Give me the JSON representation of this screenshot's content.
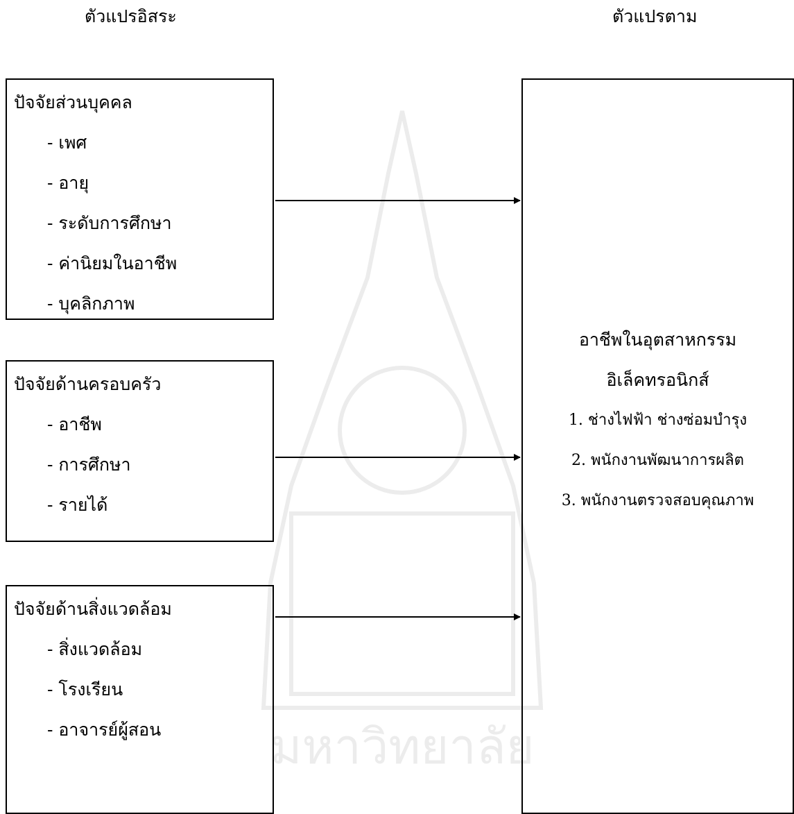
{
  "headers": {
    "independent": "ตัวแปรอิสระ",
    "dependent": "ตัวแปรตาม"
  },
  "factors": [
    {
      "title": "ปัจจัยส่วนบุคคล",
      "items": [
        "- เพศ",
        "- อายุ",
        "- ระดับการศึกษา",
        "- ค่านิยมในอาชีพ",
        "- บุคลิกภาพ"
      ]
    },
    {
      "title": "ปัจจัยด้านครอบครัว",
      "items": [
        "- อาชีพ",
        "- การศึกษา",
        "- รายได้"
      ]
    },
    {
      "title": "ปัจจัยด้านสิ่งแวดล้อม",
      "items": [
        "- สิ่งแวดล้อม",
        "- โรงเรียน",
        "- อาจารย์ผู้สอน"
      ]
    }
  ],
  "dependent": {
    "title_line1": "อาชีพในอุตสาหกรรม",
    "title_line2": "อิเล็คทรอนิกส์",
    "items": [
      "1. ช่างไฟฟ้า ช่างซ่อมบำรุง",
      "2. พนักงานพัฒนาการผลิต",
      "3. พนักงานตรวจสอบคุณภาพ"
    ]
  },
  "watermark_text": "มหาวิทยาลัย"
}
